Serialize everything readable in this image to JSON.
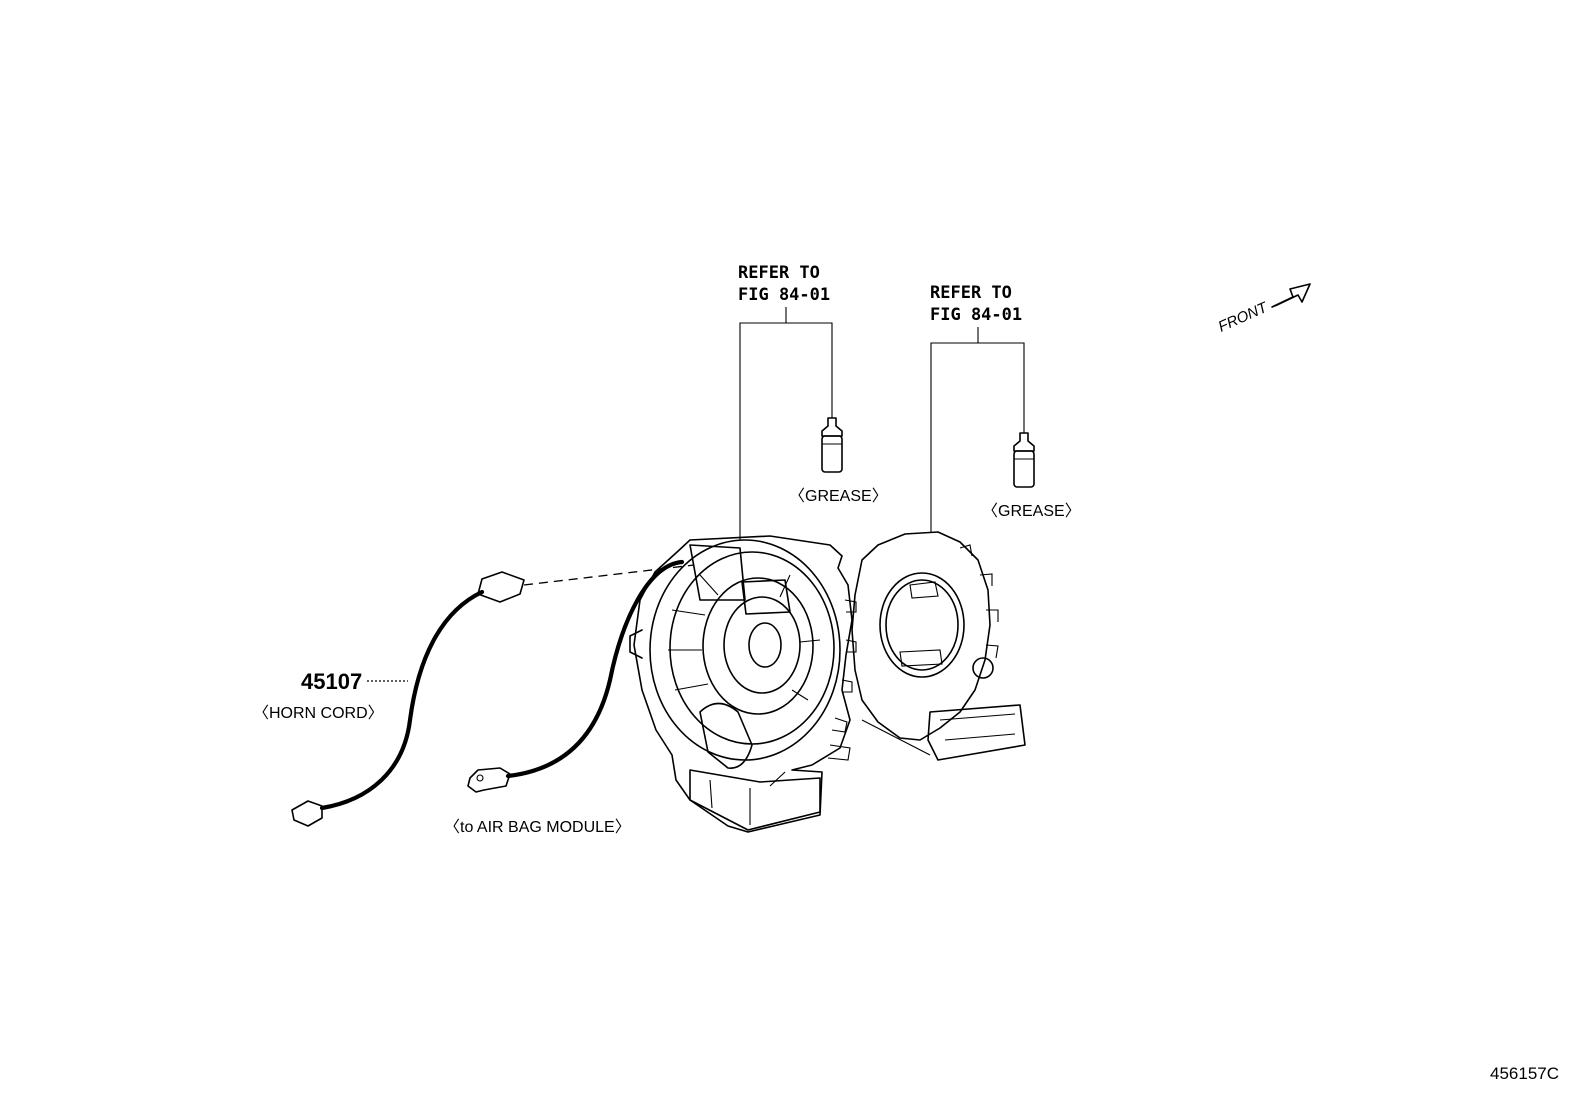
{
  "callouts": {
    "refer_left_line1": "REFER TO",
    "refer_left_line2": "FIG 84-01",
    "refer_right_line1": "REFER TO",
    "refer_right_line2": "FIG 84-01",
    "grease_left": "〈GREASE〉",
    "grease_right": "〈GREASE〉"
  },
  "parts": {
    "horn_cord_number": "45107",
    "horn_cord_label": "〈HORN CORD〉",
    "airbag_label": "〈to AIR BAG MODULE〉"
  },
  "front_indicator": {
    "label": "FRONT"
  },
  "figure_id": "456157C"
}
